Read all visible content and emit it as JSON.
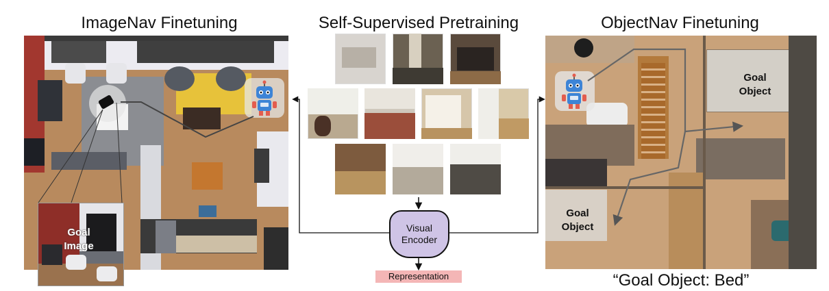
{
  "titles": {
    "left": "ImageNav Finetuning",
    "middle": "Self-Supervised Pretraining",
    "right": "ObjectNav Finetuning"
  },
  "goal_image": {
    "line1": "Goal",
    "line2": "Image"
  },
  "goal_object_left": {
    "line1": "Goal",
    "line2": "Object"
  },
  "goal_object_right": {
    "line1": "Goal",
    "line2": "Object"
  },
  "encoder": {
    "line1": "Visual",
    "line2": "Encoder"
  },
  "representation": "Representation",
  "bottom_caption": "“Goal Object: Bed”",
  "colors": {
    "encoder_fill": "#cfc4e6",
    "representation_fill": "#f4b6b6",
    "robot_body": "#3d84d6",
    "robot_accent": "#e35d4e"
  },
  "icons": [
    "robot-icon",
    "camera-icon"
  ]
}
